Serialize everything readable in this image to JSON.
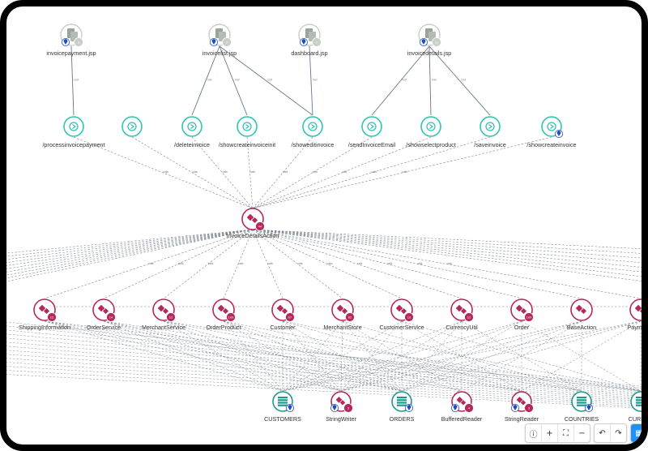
{
  "jsp_nodes": [
    {
      "id": "j1",
      "label": "invoicepayment.jsp",
      "badge": "2"
    },
    {
      "id": "j2",
      "label": "invoicelist.jsp",
      "badge": "3"
    },
    {
      "id": "j3",
      "label": "dashboard.jsp",
      "badge": "2"
    },
    {
      "id": "j4",
      "label": "invoicedetails.jsp",
      "badge": "11"
    }
  ],
  "action_nodes": [
    {
      "id": "a1",
      "label": "/processinvoicepayment"
    },
    {
      "id": "a2",
      "label": ""
    },
    {
      "id": "a3",
      "label": "/deleteinvoice"
    },
    {
      "id": "a4",
      "label": "/showcreateinvoiceinit"
    },
    {
      "id": "a5",
      "label": "/showeditinvoice"
    },
    {
      "id": "a6",
      "label": "/sendInvoiceEmail"
    },
    {
      "id": "a7",
      "label": "/showselectproduct"
    },
    {
      "id": "a8",
      "label": "/saveinvoice"
    },
    {
      "id": "a9",
      "label": "/showcreateinvoice"
    }
  ],
  "center_node": {
    "id": "c",
    "label": "InvoiceDetailsAction",
    "badge": "44"
  },
  "class_nodes": [
    {
      "id": "k1",
      "label": "ShippingInformation",
      "badge": "12"
    },
    {
      "id": "k2",
      "label": "OrderService",
      "badge": "14"
    },
    {
      "id": "k3",
      "label": "MerchantService",
      "badge": "12"
    },
    {
      "id": "k4",
      "label": "OrderProduct",
      "badge": "109"
    },
    {
      "id": "k5",
      "label": "Customer",
      "badge": "67"
    },
    {
      "id": "k6",
      "label": "MerchantStore",
      "badge": "62"
    },
    {
      "id": "k7",
      "label": "CustomerService",
      "badge": "13"
    },
    {
      "id": "k8",
      "label": "CurrencyUtil",
      "badge": "12"
    },
    {
      "id": "k9",
      "label": "Order",
      "badge": "109"
    },
    {
      "id": "k10",
      "label": "BaseAction",
      "badge": ""
    },
    {
      "id": "k11",
      "label": "PaymentS",
      "badge": ""
    }
  ],
  "bottom_nodes": [
    {
      "id": "b1",
      "label": "CUSTOMERS",
      "kind": "table"
    },
    {
      "id": "b2",
      "label": "StringWriter",
      "kind": "class",
      "badge": "5"
    },
    {
      "id": "b3",
      "label": "ORDERS",
      "kind": "table"
    },
    {
      "id": "b4",
      "label": "BufferedReader",
      "kind": "class",
      "badge": "4"
    },
    {
      "id": "b5",
      "label": "StringReader",
      "kind": "class",
      "badge": "3"
    },
    {
      "id": "b6",
      "label": "COUNTRIES",
      "kind": "table"
    },
    {
      "id": "b7",
      "label": "CURREN",
      "kind": "table"
    }
  ],
  "edge_labels": {
    "jsp_link": "href",
    "call": "calls"
  },
  "colors": {
    "action": "#2ec4b6",
    "class": "#b5285b",
    "table": "#1a9a8f",
    "jsp": "#9aa49a",
    "pin": "#1f4fbf",
    "solid_edge": "#6b7785",
    "dashed_edge": "#7a8490",
    "accent": "#1e90ff"
  },
  "toolbar": {
    "info_icon": "ⓘ",
    "zoom_in_icon": "+",
    "fit_icon": "⛶",
    "zoom_out_icon": "−",
    "undo_icon": "↶",
    "redo_icon": "↷",
    "layout_icon": "▦"
  }
}
